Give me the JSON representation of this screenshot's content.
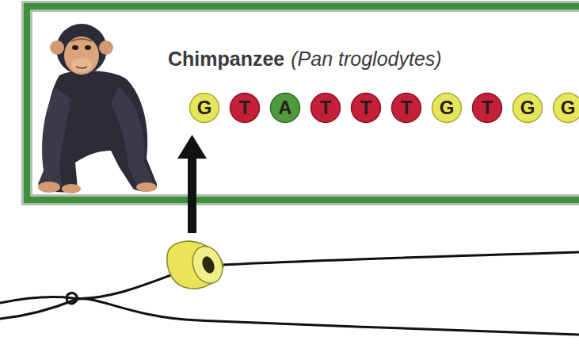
{
  "diagram": {
    "nodes": [
      {
        "text": [
          "Chimpanzee",
          "(Pan troglodytes)"
        ]
      },
      {
        "text": [
          "G"
        ],
        "in": 0
      },
      {
        "text": [
          "T"
        ],
        "in": 0
      },
      {
        "text": [
          "A"
        ],
        "in": 0
      },
      {
        "text": [
          "T"
        ],
        "in": 0
      },
      {
        "text": [
          "T"
        ],
        "in": 0
      },
      {
        "text": [
          "T"
        ],
        "in": 0
      },
      {
        "text": [
          "G"
        ],
        "in": 0
      },
      {
        "text": [
          "T"
        ],
        "in": 0
      },
      {
        "text": [
          "G"
        ],
        "in": 0
      },
      {
        "text": [
          "G"
        ],
        "in": 0
      }
    ]
  }
}
